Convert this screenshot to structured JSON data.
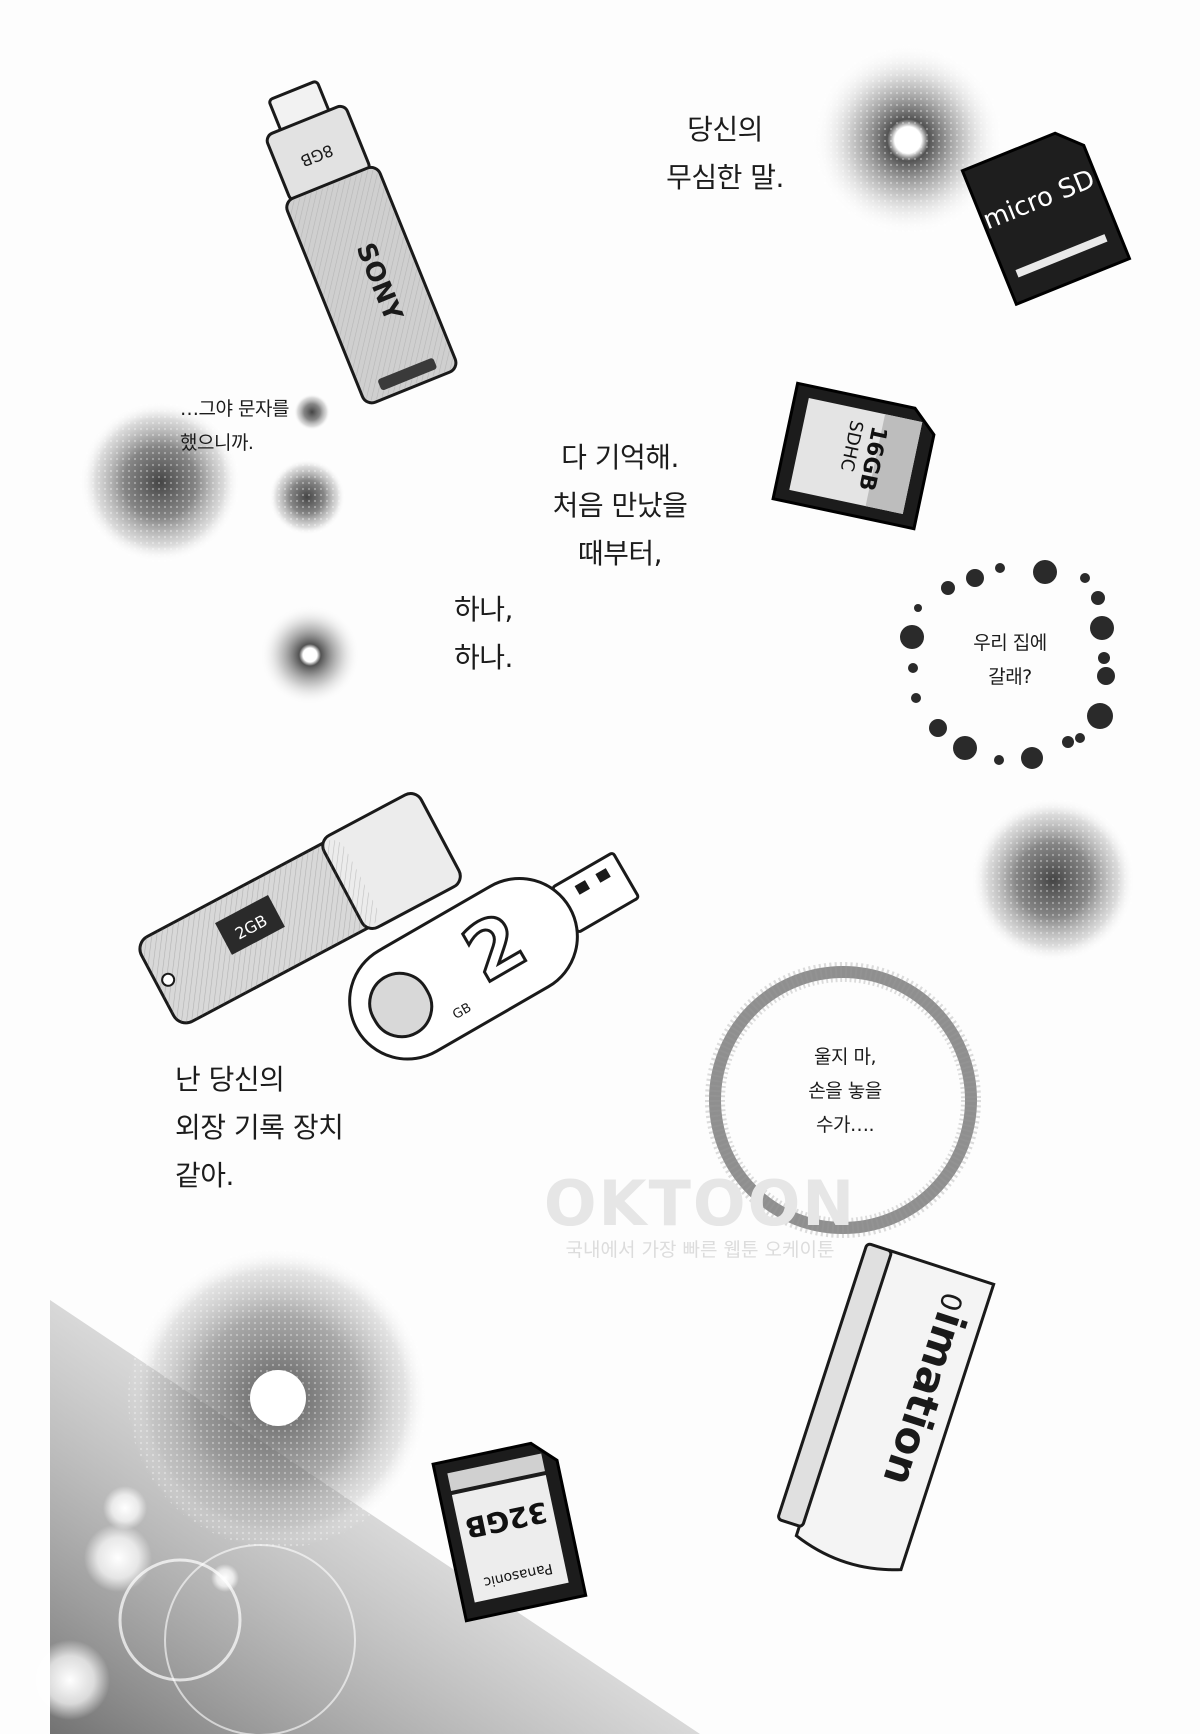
{
  "captions": {
    "careless_words": [
      "당신의",
      "무심한 말."
    ],
    "texted_a_lot": [
      "…그야 문자를",
      "했으니까."
    ],
    "remember_all": [
      "다 기억해.",
      "처음 만났을",
      "때부터,"
    ],
    "one_by_one": [
      "하나,",
      "하나."
    ],
    "my_place": [
      "우리 집에",
      "갈래?"
    ],
    "storage_device": [
      "난 당신의",
      "외장 기록 장치",
      "같아."
    ],
    "dont_cry": [
      "울지 마,",
      "손을 놓을",
      "수가…."
    ]
  },
  "devices": {
    "sony_usb": {
      "brand": "SONY",
      "capacity": "8GB",
      "icon": "usb-flash-drive-icon"
    },
    "microsd": {
      "brand": "micro SD",
      "icon": "microsd-card-icon"
    },
    "sdhc_16": {
      "brand": "SDHC",
      "capacity": "16GB",
      "icon": "sd-card-icon"
    },
    "usb_2gb_a": {
      "capacity": "2GB",
      "icon": "usb-flash-drive-icon"
    },
    "usb_2gb_b": {
      "capacity": "2",
      "unit": "GB",
      "icon": "usb-flash-drive-icon"
    },
    "imation_usb": {
      "brand": "imation",
      "capacity": "0",
      "icon": "usb-flash-drive-icon"
    },
    "panasonic_sd": {
      "brand": "Panasonic",
      "capacity": "32GB",
      "icon": "sd-card-icon"
    }
  },
  "watermark": {
    "logo": "OKTOON",
    "tagline": "국내에서 가장 빠른 웹툰 오케이툰"
  },
  "colors": {
    "ink": "#1c1c1c",
    "screen_tone": "#8a8a8a",
    "paper": "#fdfdfd"
  }
}
